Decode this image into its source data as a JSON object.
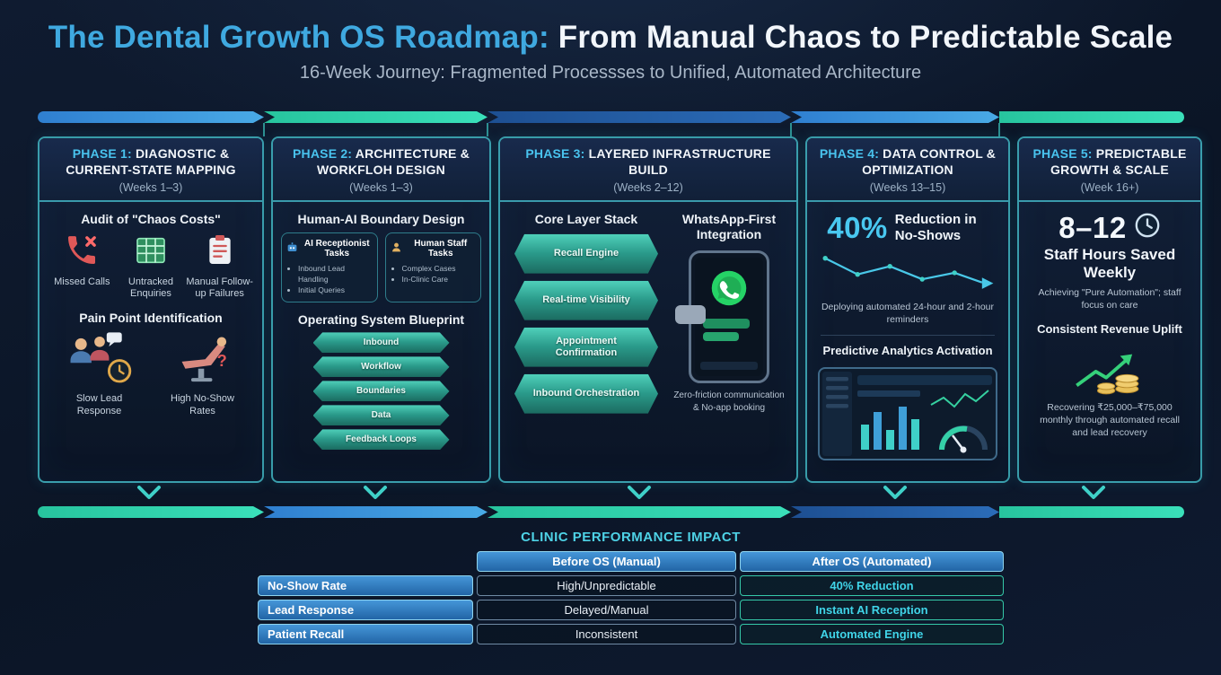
{
  "header": {
    "title_accent": "The Dental Growth OS Roadmap:",
    "title_rest": " From Manual Chaos to Predictable Scale",
    "subtitle": "16-Week Journey: Fragmented Processses to Unified, Automated Architecture"
  },
  "phase1": {
    "title_accent": "PHASE 1:",
    "title_rest": " DIAGNOSTIC & CURRENT-STATE MAPPING",
    "weeks": "(Weeks 1–3)",
    "audit_title": "Audit of \"Chaos Costs\"",
    "audit_items": [
      {
        "icon": "missed-call-icon",
        "label": "Missed Calls"
      },
      {
        "icon": "spreadsheet-icon",
        "label": "Untracked Enquiries"
      },
      {
        "icon": "clipboard-icon",
        "label": "Manual Follow-up Failures"
      }
    ],
    "pain_title": "Pain Point Identification",
    "pain_items": [
      {
        "icon": "team-clock-icon",
        "label": "Slow Lead Response"
      },
      {
        "icon": "dental-chair-icon",
        "label": "High No-Show Rates"
      }
    ]
  },
  "phase2": {
    "title_accent": "PHASE 2:",
    "title_rest": " ARCHITECTURE & WORKFLOH DESIGN",
    "weeks": "(Weeks 1–3)",
    "boundary_title": "Human-AI Boundary Design",
    "ai_box": {
      "icon": "robot-icon",
      "title": "AI Receptionist Tasks",
      "items": [
        "Inbound Lead Handling",
        "Initial Queries"
      ]
    },
    "human_box": {
      "icon": "person-icon",
      "title": "Human Staff Tasks",
      "items": [
        "Complex Cases",
        "In-Clinic Care"
      ]
    },
    "blueprint_title": "Operating System Blueprint",
    "layers": [
      "Inbound",
      "Workflow",
      "Boundaries",
      "Data",
      "Feedback Loops"
    ]
  },
  "phase3": {
    "title_accent": "PHASE 3:",
    "title_rest": " LAYERED INFRASTRUCTURE BUILD",
    "weeks": "(Weeks 2–12)",
    "stack_title": "Core Layer Stack",
    "layers": [
      "Recall Engine",
      "Real-time Visibility",
      "Appointment Confirmation",
      "Inbound Orchestration"
    ],
    "whatsapp_title": "WhatsApp-First Integration",
    "whatsapp_icon": "whatsapp-icon",
    "whatsapp_caption": "Zero-friction communication & No-app booking"
  },
  "phase4": {
    "title_accent": "PHASE 4:",
    "title_rest": " DATA CONTROL & OPTIMIZATION",
    "weeks": "(Weeks 13–15)",
    "stat_value": "40%",
    "stat_label": "Reduction in No-Shows",
    "stat_caption": "Deploying automated 24-hour and 2-hour reminders",
    "analytics_title": "Predictive Analytics Activation",
    "analytics_icon": "dashboard-graphic"
  },
  "phase5": {
    "title_accent": "PHASE 5:",
    "title_rest": " PREDICTABLE GROWTH & SCALE",
    "weeks": "(Week 16+)",
    "stat_value": "8–12",
    "stat_icon": "clock-icon",
    "stat_label": "Staff Hours Saved Weekly",
    "stat_caption": "Achieving \"Pure Automation\"; staff focus on care",
    "revenue_title": "Consistent Revenue Uplift",
    "revenue_icon": "coins-growth-icon",
    "revenue_caption": "Recovering ₹25,000–₹75,000 monthly through automated recall and lead recovery"
  },
  "impact": {
    "title": "CLINIC PERFORMANCE IMPACT",
    "columns": {
      "before": "Before OS (Manual)",
      "after": "After OS (Automated)"
    },
    "rows": [
      {
        "label": "No-Show Rate",
        "before": "High/Unpredictable",
        "after": "40% Reduction"
      },
      {
        "label": "Lead Response",
        "before": "Delayed/Manual",
        "after": "Instant AI Reception"
      },
      {
        "label": "Patient Recall",
        "before": "Inconsistent",
        "after": "Automated Engine"
      }
    ]
  },
  "icons": {
    "missed-call-icon": "red phone handset with x",
    "spreadsheet-icon": "green spreadsheet grid",
    "clipboard-icon": "clipboard with checklist",
    "team-clock-icon": "staff with chat bubble and clock",
    "dental-chair-icon": "dental chair with question mark",
    "robot-icon": "ai robot head",
    "person-icon": "human staff silhouette",
    "whatsapp-icon": "whatsapp logo on phone",
    "trend-down-icon": "declining line chart with arrow",
    "dashboard-graphic": "analytics dashboard with bars and gauge",
    "clock-icon": "clock face",
    "coins-growth-icon": "coin stacks with rising green arrow"
  },
  "colors": {
    "background": "#0c1628",
    "accent_blue": "#3fa9e0",
    "accent_cyan": "#49c8f0",
    "accent_teal": "#2dd4a8",
    "whatsapp_green": "#25d366",
    "table_header_blue": "#2e7fc4"
  }
}
